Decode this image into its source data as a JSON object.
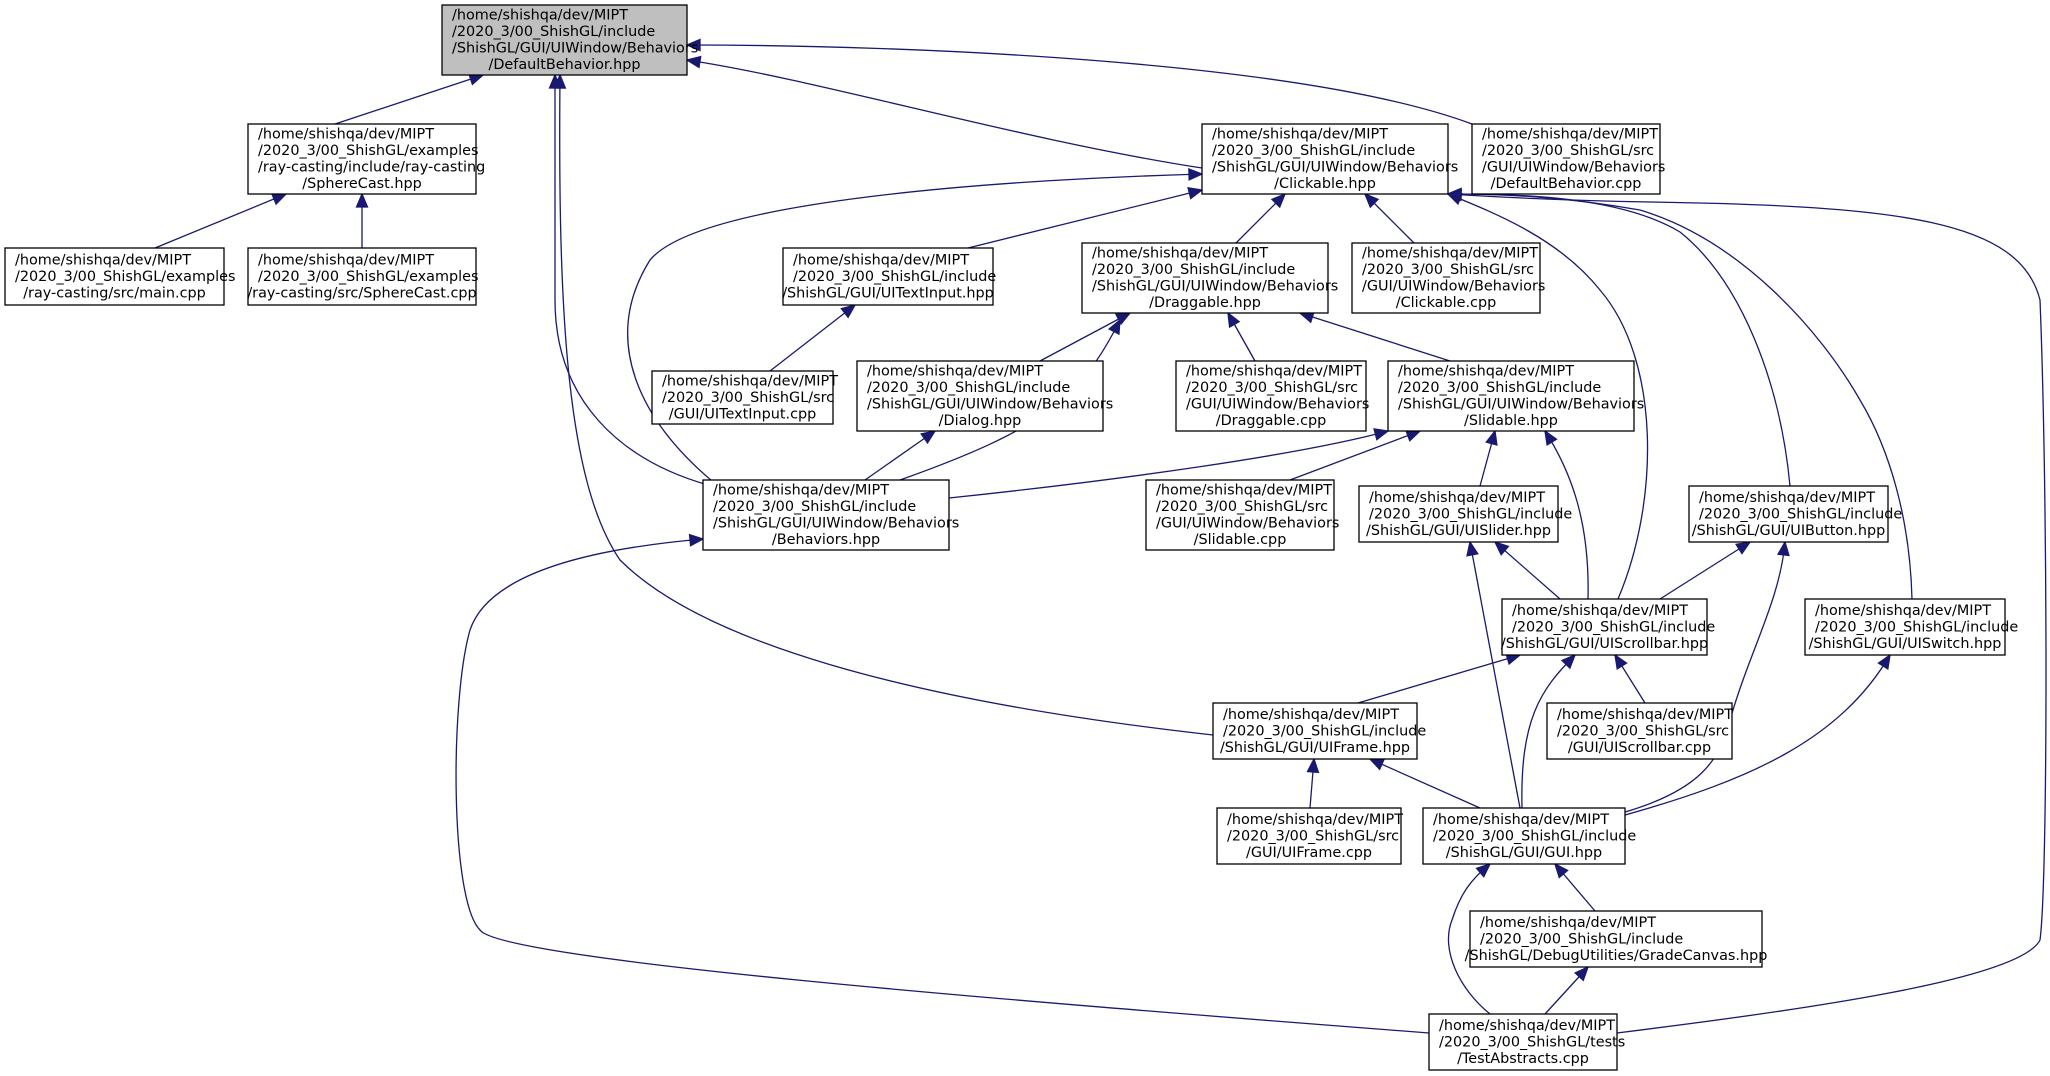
{
  "diagram": {
    "type": "include-dependency-graph",
    "root": "n0",
    "colors": {
      "edge": "#191970",
      "root_fill": "#bfbfbf",
      "node_fill": "#ffffff",
      "border": "#000000"
    },
    "nodes": [
      {
        "id": "n0",
        "name": "node-default-behavior-hpp",
        "lines": [
          "/home/shishqa/dev/MIPT",
          "/2020_3/00_ShishGL/include",
          "/ShishGL/GUI/UIWindow/Behaviors",
          "/DefaultBehavior.hpp"
        ]
      },
      {
        "id": "n1",
        "name": "node-spherecast-hpp",
        "lines": [
          "/home/shishqa/dev/MIPT",
          "/2020_3/00_ShishGL/examples",
          "/ray-casting/include/ray-casting",
          "/SphereCast.hpp"
        ]
      },
      {
        "id": "n2",
        "name": "node-main-cpp",
        "lines": [
          "/home/shishqa/dev/MIPT",
          "/2020_3/00_ShishGL/examples",
          "/ray-casting/src/main.cpp"
        ]
      },
      {
        "id": "n3",
        "name": "node-spherecast-cpp",
        "lines": [
          "/home/shishqa/dev/MIPT",
          "/2020_3/00_ShishGL/examples",
          "/ray-casting/src/SphereCast.cpp"
        ]
      },
      {
        "id": "n4",
        "name": "node-clickable-hpp",
        "lines": [
          "/home/shishqa/dev/MIPT",
          "/2020_3/00_ShishGL/include",
          "/ShishGL/GUI/UIWindow/Behaviors",
          "/Clickable.hpp"
        ]
      },
      {
        "id": "n5",
        "name": "node-default-behavior-cpp",
        "lines": [
          "/home/shishqa/dev/MIPT",
          "/2020_3/00_ShishGL/src",
          "/GUI/UIWindow/Behaviors",
          "/DefaultBehavior.cpp"
        ]
      },
      {
        "id": "n6",
        "name": "node-uitextinput-hpp",
        "lines": [
          "/home/shishqa/dev/MIPT",
          "/2020_3/00_ShishGL/include",
          "/ShishGL/GUI/UITextInput.hpp"
        ]
      },
      {
        "id": "n7",
        "name": "node-draggable-hpp",
        "lines": [
          "/home/shishqa/dev/MIPT",
          "/2020_3/00_ShishGL/include",
          "/ShishGL/GUI/UIWindow/Behaviors",
          "/Draggable.hpp"
        ]
      },
      {
        "id": "n8",
        "name": "node-clickable-cpp",
        "lines": [
          "/home/shishqa/dev/MIPT",
          "/2020_3/00_ShishGL/src",
          "/GUI/UIWindow/Behaviors",
          "/Clickable.cpp"
        ]
      },
      {
        "id": "n9",
        "name": "node-uitextinput-cpp",
        "lines": [
          "/home/shishqa/dev/MIPT",
          "/2020_3/00_ShishGL/src",
          "/GUI/UITextInput.cpp"
        ]
      },
      {
        "id": "n10",
        "name": "node-dialog-hpp",
        "lines": [
          "/home/shishqa/dev/MIPT",
          "/2020_3/00_ShishGL/include",
          "/ShishGL/GUI/UIWindow/Behaviors",
          "/Dialog.hpp"
        ]
      },
      {
        "id": "n11",
        "name": "node-draggable-cpp",
        "lines": [
          "/home/shishqa/dev/MIPT",
          "/2020_3/00_ShishGL/src",
          "/GUI/UIWindow/Behaviors",
          "/Draggable.cpp"
        ]
      },
      {
        "id": "n12",
        "name": "node-slidable-hpp",
        "lines": [
          "/home/shishqa/dev/MIPT",
          "/2020_3/00_ShishGL/include",
          "/ShishGL/GUI/UIWindow/Behaviors",
          "/Slidable.hpp"
        ]
      },
      {
        "id": "n13",
        "name": "node-behaviors-hpp",
        "lines": [
          "/home/shishqa/dev/MIPT",
          "/2020_3/00_ShishGL/include",
          "/ShishGL/GUI/UIWindow/Behaviors",
          "/Behaviors.hpp"
        ]
      },
      {
        "id": "n14",
        "name": "node-slidable-cpp",
        "lines": [
          "/home/shishqa/dev/MIPT",
          "/2020_3/00_ShishGL/src",
          "/GUI/UIWindow/Behaviors",
          "/Slidable.cpp"
        ]
      },
      {
        "id": "n15",
        "name": "node-uislider-hpp",
        "lines": [
          "/home/shishqa/dev/MIPT",
          "/2020_3/00_ShishGL/include",
          "/ShishGL/GUI/UISlider.hpp"
        ]
      },
      {
        "id": "n16",
        "name": "node-uibutton-hpp",
        "lines": [
          "/home/shishqa/dev/MIPT",
          "/2020_3/00_ShishGL/include",
          "/ShishGL/GUI/UIButton.hpp"
        ]
      },
      {
        "id": "n17",
        "name": "node-uiscrollbar-hpp",
        "lines": [
          "/home/shishqa/dev/MIPT",
          "/2020_3/00_ShishGL/include",
          "/ShishGL/GUI/UIScrollbar.hpp"
        ]
      },
      {
        "id": "n18",
        "name": "node-uiswitch-hpp",
        "lines": [
          "/home/shishqa/dev/MIPT",
          "/2020_3/00_ShishGL/include",
          "/ShishGL/GUI/UISwitch.hpp"
        ]
      },
      {
        "id": "n19",
        "name": "node-uiframe-hpp",
        "lines": [
          "/home/shishqa/dev/MIPT",
          "/2020_3/00_ShishGL/include",
          "/ShishGL/GUI/UIFrame.hpp"
        ]
      },
      {
        "id": "n20",
        "name": "node-uiscrollbar-cpp",
        "lines": [
          "/home/shishqa/dev/MIPT",
          "/2020_3/00_ShishGL/src",
          "/GUI/UIScrollbar.cpp"
        ]
      },
      {
        "id": "n21",
        "name": "node-uiframe-cpp",
        "lines": [
          "/home/shishqa/dev/MIPT",
          "/2020_3/00_ShishGL/src",
          "/GUI/UIFrame.cpp"
        ]
      },
      {
        "id": "n22",
        "name": "node-gui-hpp",
        "lines": [
          "/home/shishqa/dev/MIPT",
          "/2020_3/00_ShishGL/include",
          "/ShishGL/GUI/GUI.hpp"
        ]
      },
      {
        "id": "n23",
        "name": "node-gradecanvas-hpp",
        "lines": [
          "/home/shishqa/dev/MIPT",
          "/2020_3/00_ShishGL/include",
          "/ShishGL/DebugUtilities/GradeCanvas.hpp"
        ]
      },
      {
        "id": "n24",
        "name": "node-testabstracts-cpp",
        "lines": [
          "/home/shishqa/dev/MIPT",
          "/2020_3/00_ShishGL/tests",
          "/TestAbstracts.cpp"
        ]
      }
    ],
    "edges": [
      {
        "from": "n1",
        "to": "n0"
      },
      {
        "from": "n4",
        "to": "n0"
      },
      {
        "from": "n5",
        "to": "n0"
      },
      {
        "from": "n13",
        "to": "n0"
      },
      {
        "from": "n19",
        "to": "n0"
      },
      {
        "from": "n2",
        "to": "n1"
      },
      {
        "from": "n3",
        "to": "n1"
      },
      {
        "from": "n6",
        "to": "n4"
      },
      {
        "from": "n7",
        "to": "n4"
      },
      {
        "from": "n8",
        "to": "n4"
      },
      {
        "from": "n13",
        "to": "n4"
      },
      {
        "from": "n17",
        "to": "n4"
      },
      {
        "from": "n16",
        "to": "n4"
      },
      {
        "from": "n18",
        "to": "n4"
      },
      {
        "from": "n24",
        "to": "n4"
      },
      {
        "from": "n9",
        "to": "n6"
      },
      {
        "from": "n10",
        "to": "n7"
      },
      {
        "from": "n11",
        "to": "n7"
      },
      {
        "from": "n12",
        "to": "n7"
      },
      {
        "from": "n13",
        "to": "n7"
      },
      {
        "from": "n13",
        "to": "n10"
      },
      {
        "from": "n13",
        "to": "n12"
      },
      {
        "from": "n14",
        "to": "n12"
      },
      {
        "from": "n15",
        "to": "n12"
      },
      {
        "from": "n17",
        "to": "n12"
      },
      {
        "from": "n24",
        "to": "n13"
      },
      {
        "from": "n17",
        "to": "n15"
      },
      {
        "from": "n22",
        "to": "n15"
      },
      {
        "from": "n17",
        "to": "n16"
      },
      {
        "from": "n22",
        "to": "n16"
      },
      {
        "from": "n19",
        "to": "n17"
      },
      {
        "from": "n20",
        "to": "n17"
      },
      {
        "from": "n22",
        "to": "n17"
      },
      {
        "from": "n22",
        "to": "n18"
      },
      {
        "from": "n21",
        "to": "n19"
      },
      {
        "from": "n22",
        "to": "n19"
      },
      {
        "from": "n23",
        "to": "n22"
      },
      {
        "from": "n24",
        "to": "n22"
      },
      {
        "from": "n24",
        "to": "n23"
      }
    ]
  }
}
